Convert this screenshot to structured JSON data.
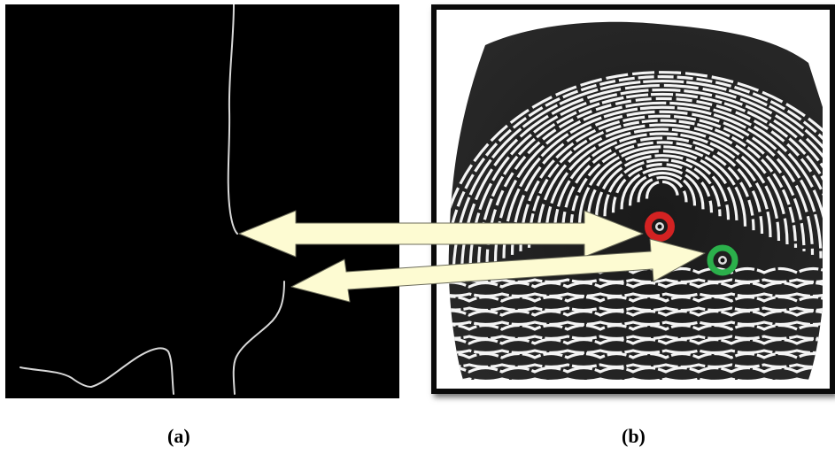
{
  "figure": {
    "panel_a": {
      "caption": "(a)"
    },
    "panel_b": {
      "caption": "(b)"
    }
  },
  "markers": [
    {
      "name": "red-minutia-marker",
      "color": "#d32222"
    },
    {
      "name": "green-minutia-marker",
      "color": "#2bb04b"
    }
  ],
  "arrow_color": "#fdfbd2",
  "ridge_line_color": "#d8d8d8"
}
